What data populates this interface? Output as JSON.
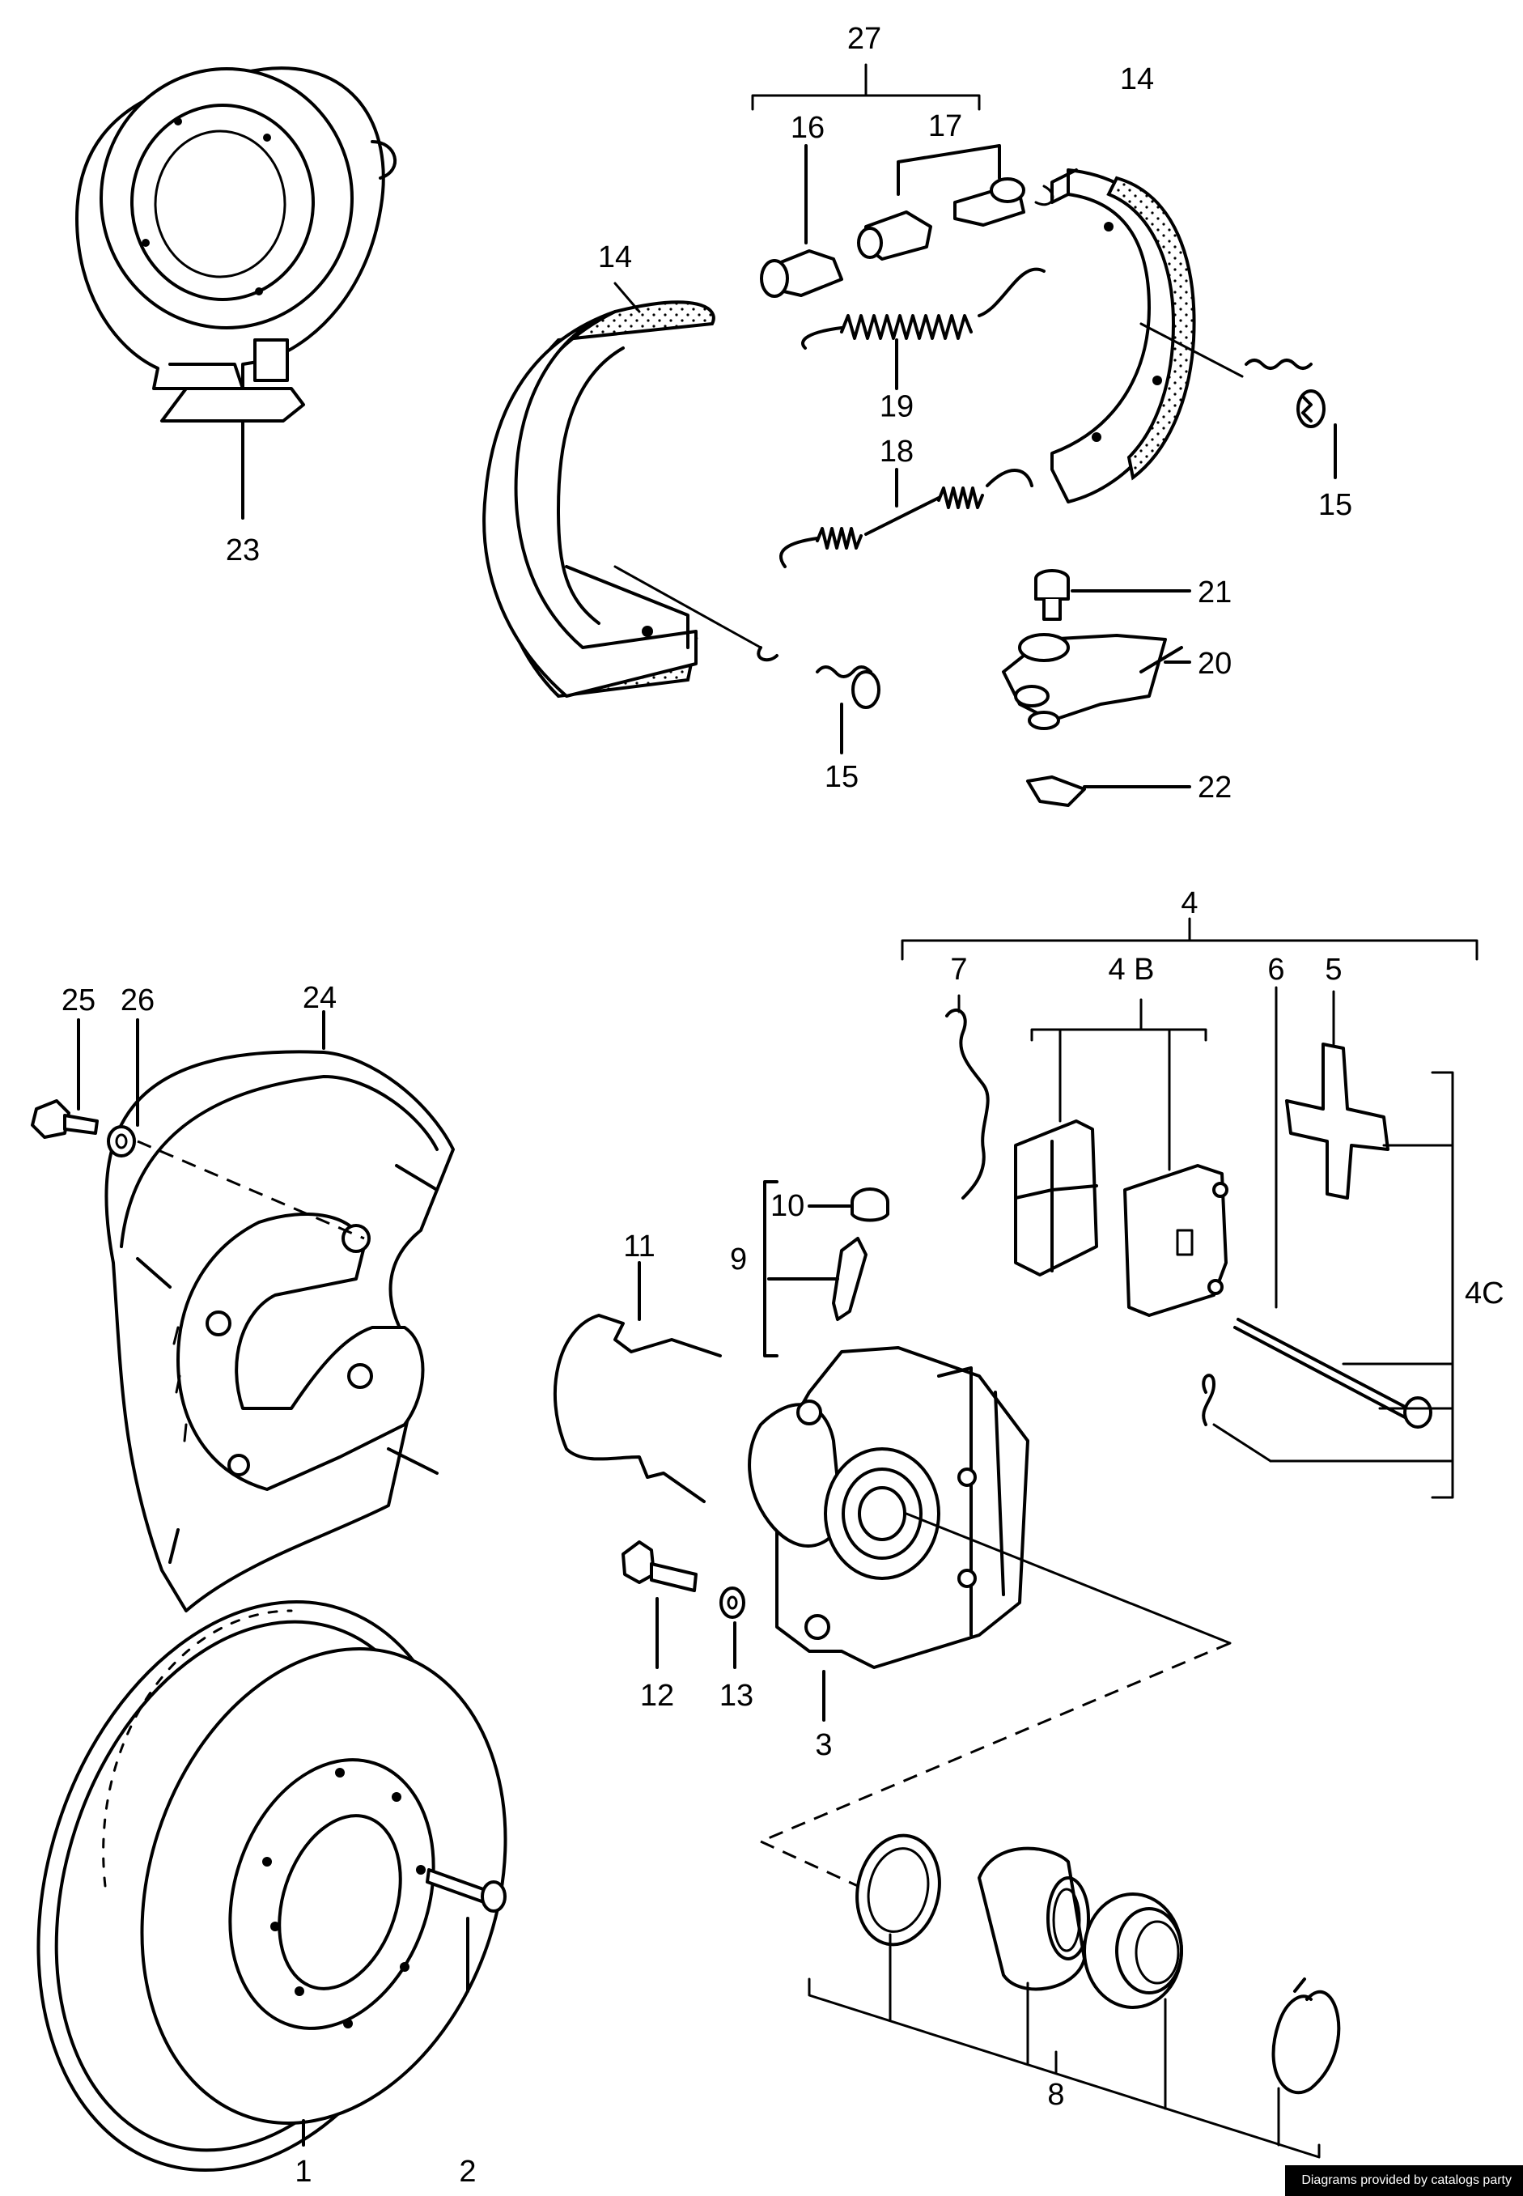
{
  "callouts": {
    "c27": "27",
    "c16": "16",
    "c17": "17",
    "c14a": "14",
    "c14b": "14",
    "c19": "19",
    "c18": "18",
    "c15a": "15",
    "c15b": "15",
    "c23": "23",
    "c21": "21",
    "c20": "20",
    "c22": "22",
    "c4": "4",
    "c4b": "4 B",
    "c7": "7",
    "c6": "6",
    "c5": "5",
    "c4c": "4C",
    "c25": "25",
    "c26": "26",
    "c24": "24",
    "c10": "10",
    "c9": "9",
    "c11": "11",
    "c12": "12",
    "c13": "13",
    "c3": "3",
    "c1": "1",
    "c2": "2",
    "c8": "8"
  },
  "credit": "Diagrams provided by catalogs party"
}
